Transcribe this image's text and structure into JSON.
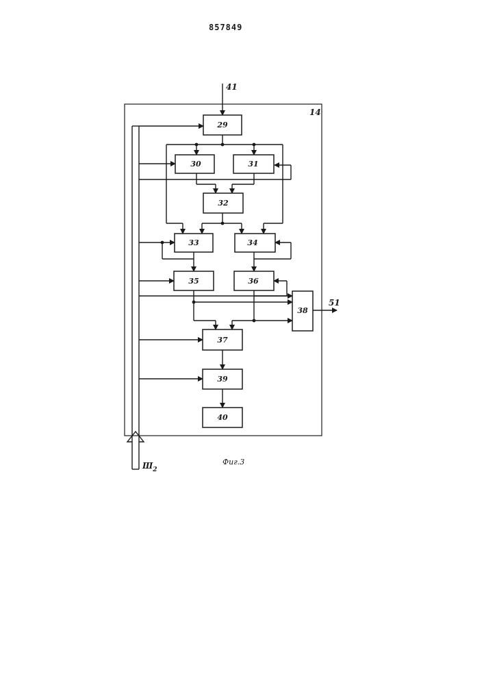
{
  "document_number": "857849",
  "figure_caption": "Фиг.3",
  "unit_label": "14",
  "input_label": "41",
  "output_label": "51",
  "bus_label": "Ш2",
  "blocks": {
    "b29": "29",
    "b30": "30",
    "b31": "31",
    "b32": "32",
    "b33": "33",
    "b34": "34",
    "b35": "35",
    "b36": "36",
    "b37": "37",
    "b38": "38",
    "b39": "39",
    "b40": "40"
  }
}
